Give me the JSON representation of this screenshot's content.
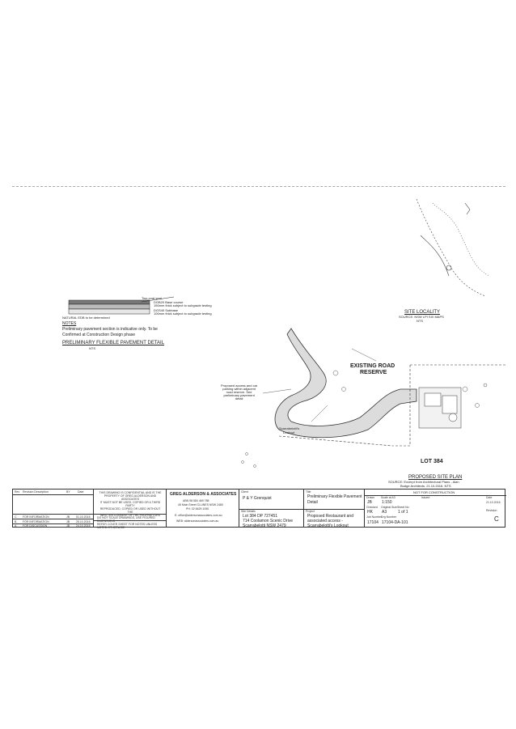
{
  "pavement": {
    "twocoat": "Two-coat seal",
    "layer1": "DGB20 Base course",
    "layer1b": "150mm thick subject to subgrade testing",
    "layer2": "DGS40 Subbase",
    "layer2b": "100mm thick subject to subgrade testing",
    "natural": "NATURAL EDB to be determined",
    "notes_h": "NOTES",
    "note1": "Preliminary pavement section is indicative only. To be",
    "note2": "Confirmed at Construction Design phase",
    "title": "PRELIMINARY FLEXIBLE PAVEMENT  DETAIL",
    "scale": "NTS"
  },
  "locality": {
    "title": "SITE LOCALITY",
    "source": "SOURCE: NSW LPI SIX MAPS",
    "scale": "NTS"
  },
  "plan": {
    "road": "EXISTING ROAD",
    "reserve": "RESERVE",
    "lot": "LOT 384",
    "callout": [
      "Proposed access and car",
      "parking within adjacent",
      "road reserve. See",
      "preliminary pavement",
      "detail"
    ],
    "lookout1": "Scarrabelotti's",
    "lookout2": "Lookout",
    "title": "PROPOSED SITE PLAN",
    "source": "SOURCE: Excerpt from Architectural Plans - Alan",
    "source2": "Budge Architects. 21.10.2016. NTS"
  },
  "titleblock": {
    "rev_hdr": [
      "Rev",
      "Revision Description",
      "BY",
      "Date"
    ],
    "revisions": [
      [
        "C",
        "FOR INFORMATION",
        "JB",
        "01.10.2016"
      ],
      [
        "B",
        "FOR INFORMATION",
        "JB",
        "25.10.2016"
      ],
      [
        "A",
        "FOR DISCUSSION",
        "JB",
        "24.10.2016"
      ]
    ],
    "confidential": [
      "THIS DRAWING IS CONFIDENTIAL AND IS THE",
      "PROPERTY OF GREG ALDERSON AND ASSOCIATES",
      "IT MUST NOT BE USED, COPIED OR A THIRD PARTY",
      "REPRODUCED, COPIED OR USED WITHOUT THE",
      "WRITTEN CONSENT OF THE PROPRIETORS"
    ],
    "scale_note": "DO NOT SCALE DRAWINGS, USE FIGURED DIMENSIONS",
    "a3_note": "REFER COVER SHEET FOR NOTES UNLESS NOTED OTHERWISE",
    "firm": "GREG ALDERSON & ASSOCIATES",
    "abn": "ABN 58 584 469 788",
    "addr": "45 Main Street CLUNES NSW 2480",
    "ph": "PH: 02 6629 1050",
    "email": "E: office@aldersonassociates.com.au",
    "web": "WEB: aldersonassociates.com.au",
    "client_lab": "Client",
    "client": "P & Y Grenquist",
    "title_lab": "Title",
    "title1": "Preliminary Flexible Pavement",
    "title2": "Detail",
    "site_lab": "Site Details",
    "site1": "Lot 384 DP 727451",
    "site2": "714 Coolamon Scenic Drive",
    "site3": "Scarrabelotti NSW 2479",
    "proj_lab": "Project",
    "proj1": "Proposed Restaurant and",
    "proj2": "associated access -",
    "proj3": "Scarrabelotti's Lookout",
    "nfc": "NOT FOR CONSTRUCTION",
    "drawn_lab": "Drawn",
    "drawn": "JB",
    "scale_lab": "Scale at A3",
    "scale": "1:150",
    "checked_lab": "Checked",
    "checked": "HK",
    "orig_lab": "Original Size",
    "orig": "A3",
    "sheet_lab": "Sheet No",
    "sheet": "1 of 1",
    "job_lab": "Job Number",
    "job": "17104",
    "dwg_lab": "Drg Number",
    "dwg": "17104-DA-101",
    "issued_lab": "Issued",
    "date_lab": "Date",
    "date": "21.10.2016",
    "revision_lab": "Revision",
    "revision": "C"
  }
}
